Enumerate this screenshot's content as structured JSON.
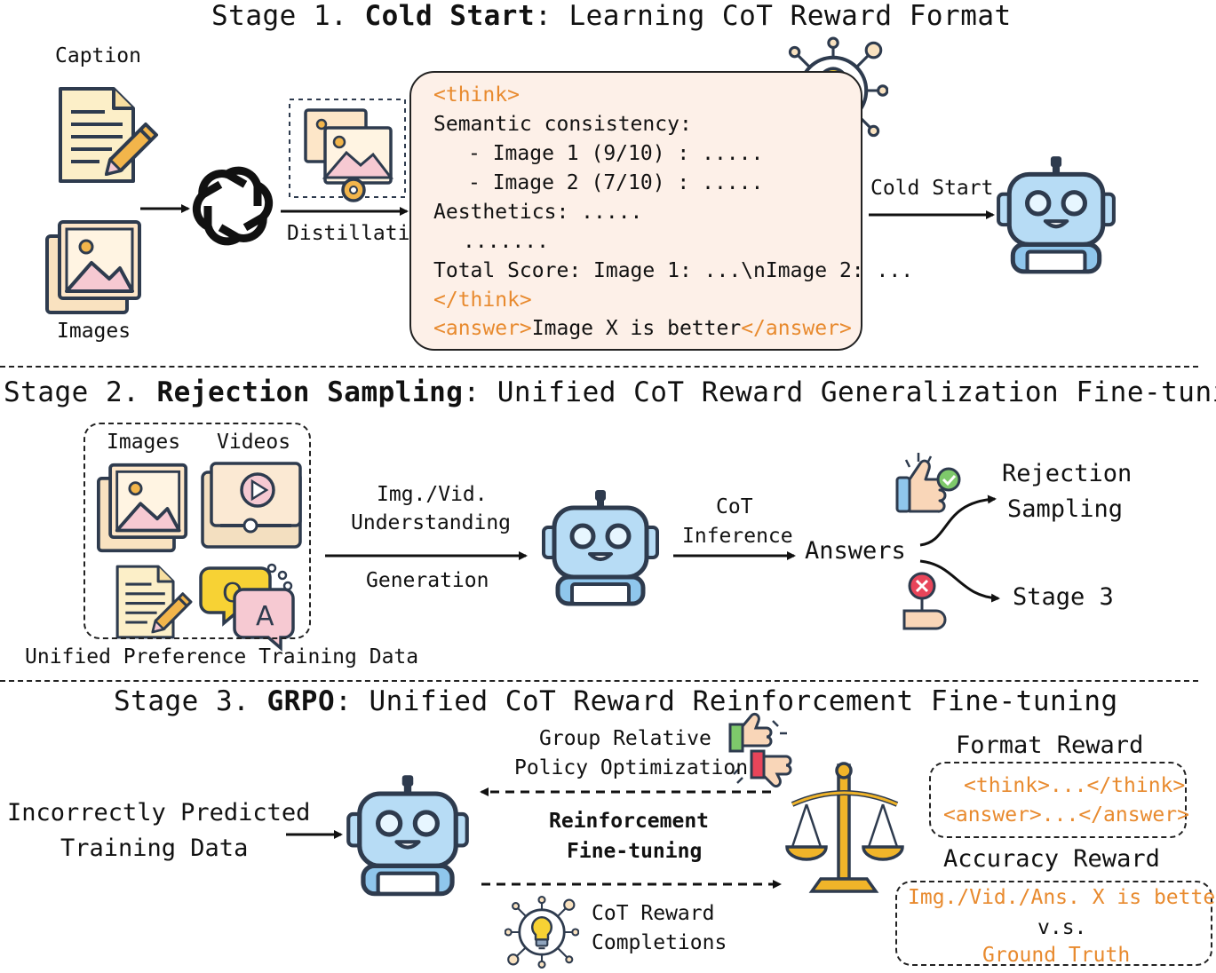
{
  "stage1": {
    "prefix": "Stage 1. ",
    "bold": "Cold Start",
    "suffix": ": Learning CoT Reward Format",
    "caption_label": "Caption",
    "images_label": "Images",
    "distillation_label": "Distillation",
    "cold_start_label": "Cold Start",
    "code": {
      "think_open": "<think>",
      "line1": "Semantic consistency:",
      "line2": "- Image 1 (9/10) : .....",
      "line3": "- Image 2 (7/10) : .....",
      "line4": "Aesthetics: .....",
      "line5": ".......",
      "line6": "Total Score: Image 1: ...\\nImage 2: ...",
      "think_close": "</think>",
      "answer_open": "<answer>",
      "answer_text": "Image X is better",
      "answer_close": "</answer>"
    }
  },
  "stage2": {
    "prefix": "Stage 2. ",
    "bold": "Rejection Sampling",
    "suffix": ": Unified CoT Reward Generalization Fine-tuning",
    "images_label": "Images",
    "videos_label": "Videos",
    "data_label": "Unified Preference Training Data",
    "understanding_line1": "Img./Vid.",
    "understanding_line2": "Understanding",
    "generation_label": "Generation",
    "cot_line1": "CoT",
    "cot_line2": "Inference",
    "answers_label": "Answers",
    "rejection_line1": "Rejection",
    "rejection_line2": "Sampling",
    "stage3_label": "Stage 3"
  },
  "stage3": {
    "prefix": "Stage 3. ",
    "bold": "GRPO",
    "suffix": ": Unified CoT Reward Reinforcement Fine-tuning",
    "incorrect_line1": "Incorrectly Predicted",
    "incorrect_line2": "Training Data",
    "grpo_line1": "Group Relative",
    "grpo_line2": "Policy Optimization",
    "rft_line1": "Reinforcement",
    "rft_line2": "Fine-tuning",
    "completions_line1": "CoT Reward",
    "completions_line2": "Completions",
    "format_reward_label": "Format Reward",
    "format_line1": "<think>...</think>",
    "format_line2": "<answer>...</answer>",
    "accuracy_reward_label": "Accuracy Reward",
    "accuracy_line1": "Img./Vid./Ans. X is better",
    "accuracy_line2": "v.s.",
    "accuracy_line3": "Ground Truth"
  },
  "colors": {
    "accent": "#e88a2e",
    "robot_blue": "#b7dcf5",
    "robot_dark": "#2e3b4e",
    "code_bg": "#fdf0e8",
    "gold": "#f0b429"
  },
  "icons": [
    "document-icon",
    "image-icon",
    "openai-logo-icon",
    "distill-images-icon",
    "lightbulb-icon",
    "robot-icon",
    "video-icon",
    "qa-bubble-icon",
    "thumbs-up-icon",
    "reject-icon",
    "thumbs-updown-icon",
    "balance-scale-icon"
  ]
}
